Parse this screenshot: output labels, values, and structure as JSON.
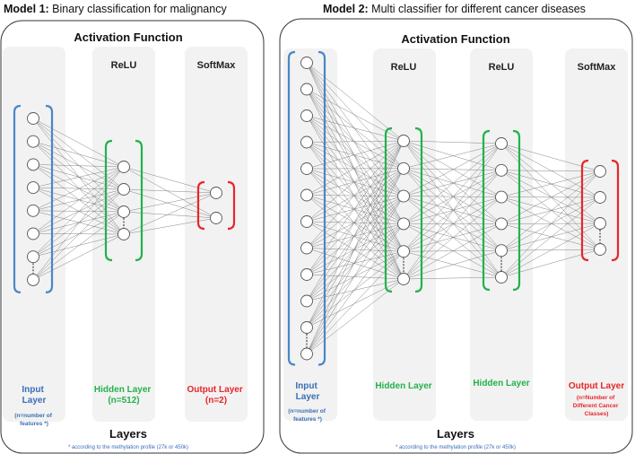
{
  "colors": {
    "input": "#4a86c8",
    "input_text": "#3a6fb5",
    "hidden": "#22b24c",
    "output": "#e8262b",
    "panel_border": "#333333",
    "column_bg": "#f2f2f2",
    "edge": "#777777",
    "node_stroke": "#555555"
  },
  "model1": {
    "title_bold": "Model 1:",
    "title_rest": " Binary classification for malignancy",
    "activation_title": "Activation Function",
    "layers_title": "Layers",
    "footnote": "* according to the methylation profile (27k or 450k)",
    "columns": [
      {
        "activation": "",
        "label_lines": [
          "Input",
          "Layer"
        ],
        "sub_lines": [
          "(n=number of",
          "features *)"
        ],
        "kind": "input",
        "nodes": 8,
        "dashed_last": true
      },
      {
        "activation": "ReLU",
        "label_lines": [
          "Hidden Layer",
          "(n=512)"
        ],
        "sub_lines": [],
        "kind": "hidden",
        "nodes": 4,
        "dashed_last": true
      },
      {
        "activation": "SoftMax",
        "label_lines": [
          "Output Layer",
          "(n=2)"
        ],
        "sub_lines": [],
        "kind": "output",
        "nodes": 2,
        "dashed_last": false
      }
    ]
  },
  "model2": {
    "title_bold": "Model 2:",
    "title_rest": " Multi classifier for different cancer diseases",
    "activation_title": "Activation Function",
    "layers_title": "Layers",
    "footnote": "* according to the methylation profile (27k or 450k)",
    "columns": [
      {
        "activation": "",
        "label_lines": [
          "Input",
          "Layer"
        ],
        "sub_lines": [
          "(n=number of",
          "features *)"
        ],
        "kind": "input",
        "nodes": 12,
        "dashed_last": true
      },
      {
        "activation": "ReLU",
        "label_lines": [
          "Hidden Layer"
        ],
        "sub_lines": [],
        "kind": "hidden",
        "nodes": 6,
        "dashed_last": true
      },
      {
        "activation": "ReLU",
        "label_lines": [
          "Hidden Layer"
        ],
        "sub_lines": [],
        "kind": "hidden",
        "nodes": 6,
        "dashed_last": true
      },
      {
        "activation": "SoftMax",
        "label_lines": [
          "Output Layer"
        ],
        "sub_lines": [
          "(n=Number of",
          "Different Cancer",
          "Classes)"
        ],
        "kind": "output",
        "nodes": 4,
        "dashed_last": true
      }
    ]
  }
}
